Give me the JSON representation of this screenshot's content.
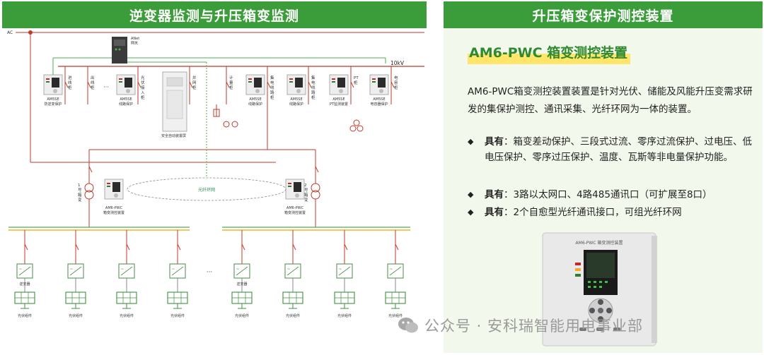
{
  "headers": {
    "left": "逆变器监测与升压箱变监测",
    "right": "升压箱变保护测控装置"
  },
  "diagram": {
    "bus_ac": "AC",
    "bus_10kv": "10kV",
    "gateway": [
      "ANet",
      "网关"
    ],
    "cabinets": [
      {
        "label": [
          "进",
          "线",
          "柜"
        ],
        "device": [
          "AM5SE",
          "防逆变保护"
        ]
      },
      {
        "label": [
          "出",
          "线",
          "柜"
        ],
        "device": []
      },
      {
        "label": [
          "光",
          "伏",
          "接",
          "入",
          "柜"
        ],
        "device": [
          "AM5SE",
          "线路保护"
        ]
      },
      {
        "label": [
          "并",
          "网",
          "柜"
        ],
        "device": [
          "安全自动装置屏"
        ]
      },
      {
        "label": [
          "计",
          "量",
          "柜"
        ],
        "device": []
      },
      {
        "label": [
          "集",
          "电",
          "线",
          "路",
          "柜"
        ],
        "device": [
          "AM5SE",
          "线路保护"
        ]
      },
      {
        "label": [
          "集",
          "电",
          "线",
          "路",
          "柜"
        ],
        "device": [
          "AM5SE",
          "线路保护"
        ]
      },
      {
        "label": [
          "PT",
          "柜"
        ],
        "device": [
          "AM5SE",
          "PT监测装置"
        ]
      },
      {
        "label": [
          "电",
          "容",
          "柜"
        ],
        "device": [
          "AM5SE",
          "电容器保护"
        ]
      }
    ],
    "ellipsis": "···",
    "transformers": [
      {
        "label": [
          "1",
          "号",
          "箱",
          "变"
        ],
        "device": [
          "AM6-PWC",
          "箱变测控装置"
        ]
      },
      {
        "label": [
          "2",
          "号",
          "箱",
          "变"
        ],
        "device": [
          "AM6-PWC",
          "箱变测控装置"
        ]
      }
    ],
    "fiber_ring": "光纤环网",
    "inverter": "逆变器",
    "pv_module": "光伏组件"
  },
  "product": {
    "title": "AM6-PWC 箱变测控装置",
    "description": "AM6-PWC箱变测控装置装置是针对光伏、储能及风能升压变需求研发的集保护测控、通讯采集、光纤环网为一体的装置。",
    "features": [
      {
        "prefix": "具有",
        "text": "：箱变差动保护、三段式过流、零序过流保护、过电压、低电压保护、零序过压保护、温度、瓦斯等非电量保护功能。"
      },
      {
        "prefix": "具有",
        "text": "：3路以太网口、4路485通讯口（可扩展至8口）"
      },
      {
        "prefix": "具有",
        "text": "：2个自愈型光纤通讯接口，可组光纤环网"
      }
    ],
    "device_label": "AM6-PWC 箱变测控装置"
  },
  "watermark": "公众号 · 安科瑞智能用电事业部",
  "colors": {
    "header": "#3a9d3a",
    "bus_red": "#c0392b",
    "bus_green": "#4caf50",
    "title_green": "#2f8a2f",
    "highlight": "#ffe66a",
    "panel_bg": "#f3f8ec"
  }
}
